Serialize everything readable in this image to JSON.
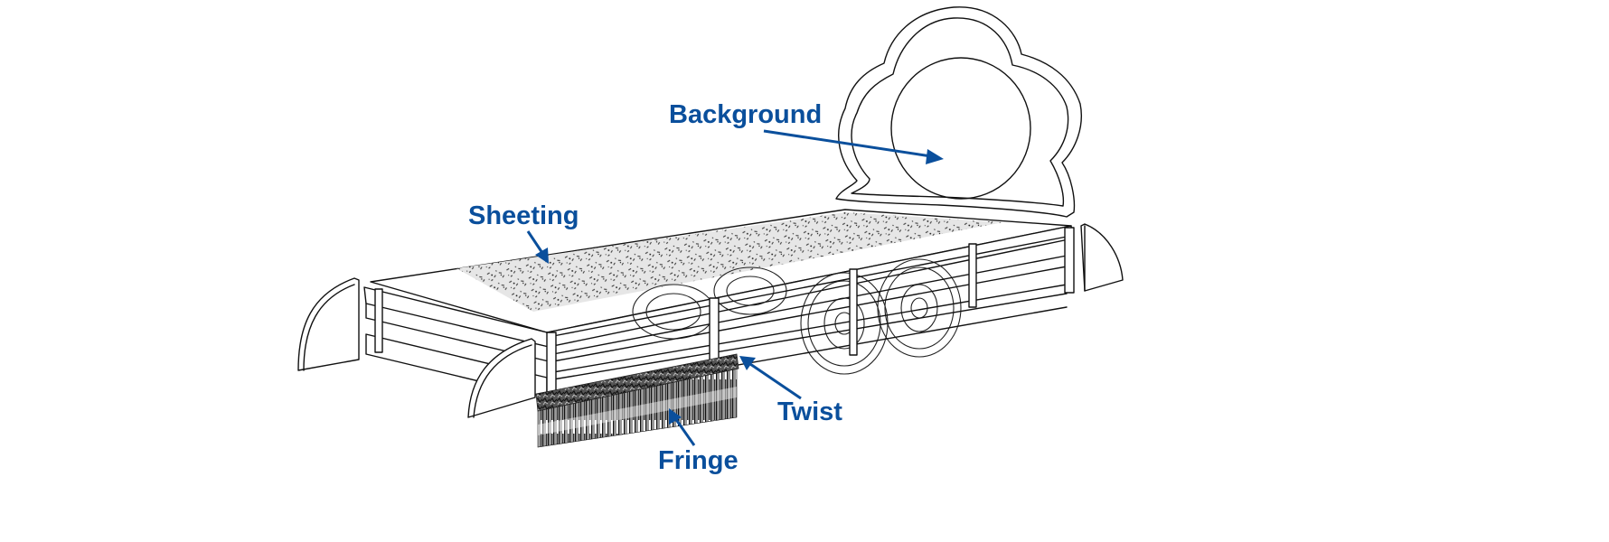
{
  "diagram": {
    "subject": "Parade float on flatbed trailer",
    "accent_color": "#0a4f9c",
    "labels": [
      {
        "id": "background",
        "text": "Background"
      },
      {
        "id": "sheeting",
        "text": "Sheeting"
      },
      {
        "id": "twist",
        "text": "Twist"
      },
      {
        "id": "fringe",
        "text": "Fringe"
      }
    ]
  }
}
